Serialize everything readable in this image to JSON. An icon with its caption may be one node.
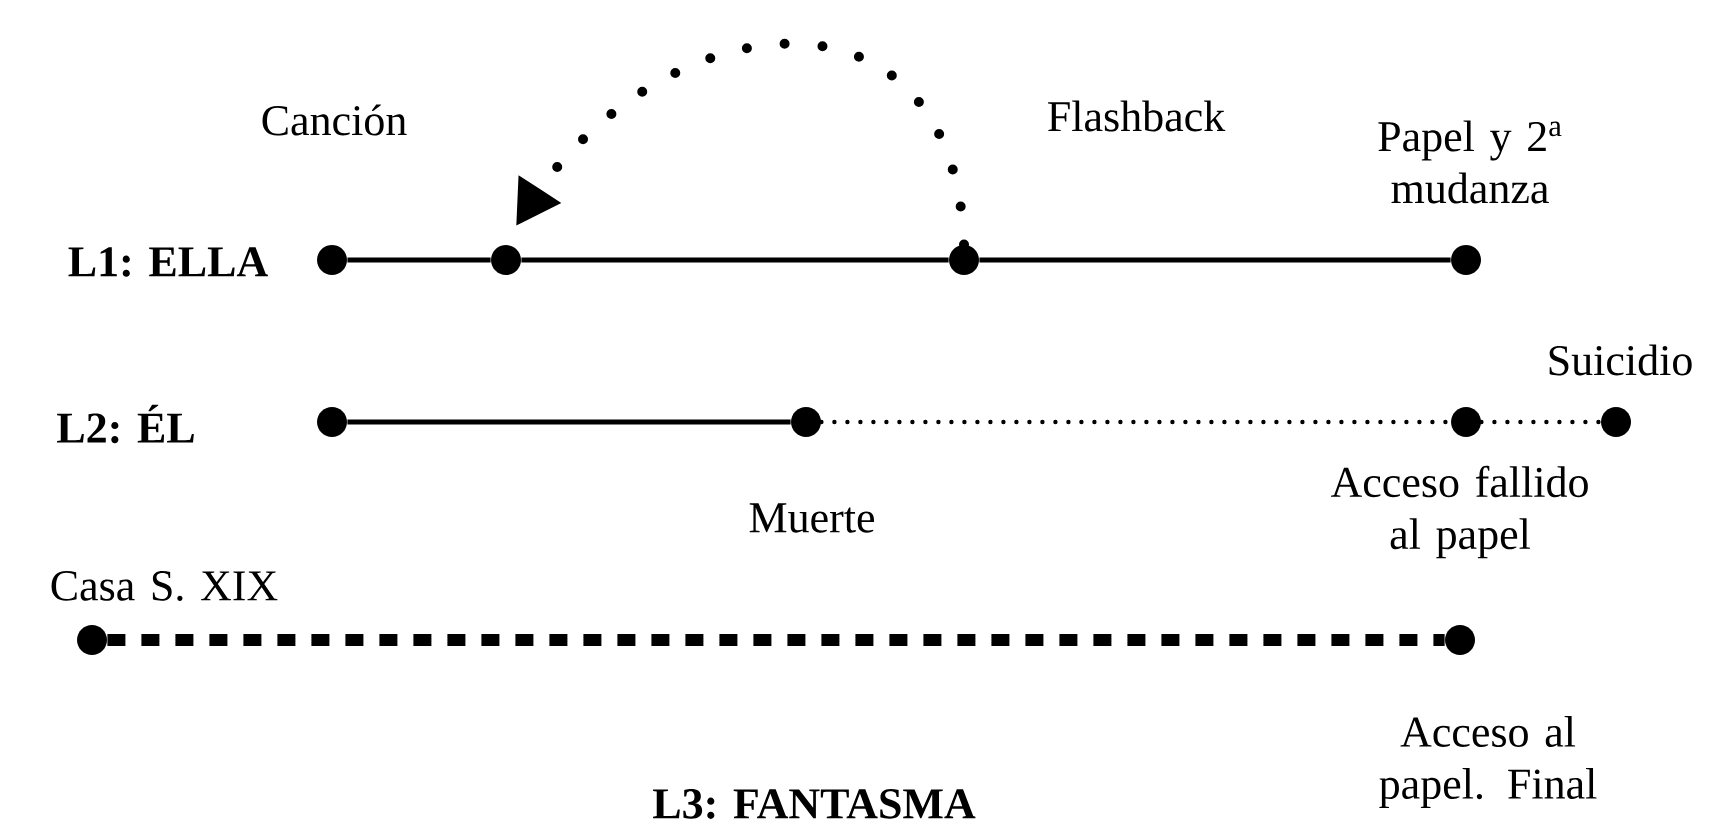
{
  "diagram": {
    "nodes": [
      {
        "text": [],
        "shape": "circle"
      },
      {
        "text": [],
        "shape": "circle",
        "beside": [
          "Canción"
        ]
      },
      {
        "text": [],
        "shape": "circle",
        "beside": [
          "Flashback"
        ]
      },
      {
        "text": [],
        "shape": "circle",
        "beside": [
          "Papel y 2$^{a}$ mudanza"
        ]
      },
      {
        "text": [],
        "shape": "circle"
      },
      {
        "text": [],
        "shape": "circle",
        "beside": [
          "Muerte"
        ]
      },
      {
        "text": [],
        "shape": "circle",
        "beside": [
          "Acceso fallido al papel"
        ]
      },
      {
        "text": [],
        "shape": "circle",
        "beside": [
          "Suicidio"
        ]
      },
      {
        "text": [],
        "shape": "circle",
        "beside": [
          "Casa S. XIX"
        ]
      },
      {
        "text": [],
        "shape": "circle",
        "beside": [
          "Acceso al papel. Final"
        ]
      }
    ],
    "edges": [
      {
        "from": 0,
        "to": 1,
        "arrow": "none"
      },
      {
        "from": 1,
        "to": 2,
        "arrow": "none"
      },
      {
        "from": 2,
        "to": 3,
        "arrow": "none"
      },
      {
        "from": 4,
        "to": 5,
        "arrow": "none"
      },
      {
        "from": 5,
        "to": 6,
        "arrow": "none",
        "style": "dashed"
      },
      {
        "from": 6,
        "to": 7,
        "arrow": "none",
        "style": "dashed"
      },
      {
        "from": 8,
        "to": 9,
        "arrow": "none",
        "style": "dashed"
      },
      {
        "from": 2,
        "to": 1,
        "arrow": "to",
        "style": "dashed"
      }
    ],
    "labels": [
      "L1: ELLA",
      "L2: ÉL",
      "L3: FANTASMA"
    ]
  }
}
